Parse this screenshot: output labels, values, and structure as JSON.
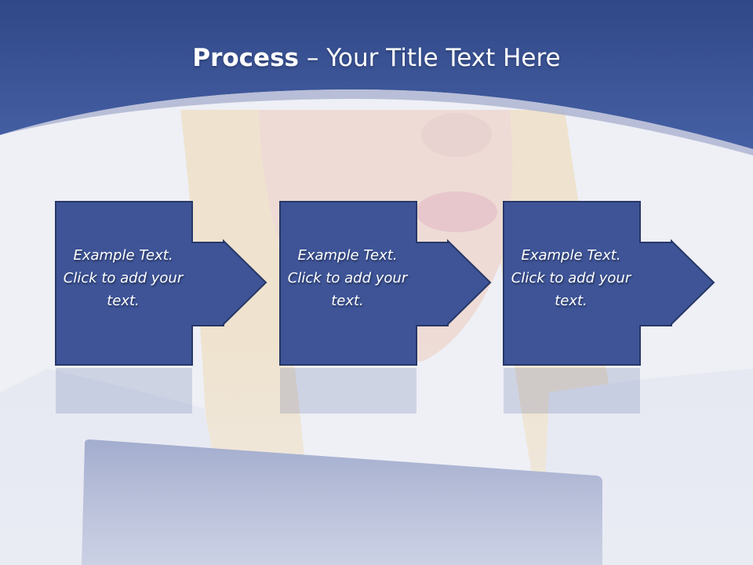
{
  "slide": {
    "title_bold": "Process",
    "title_rest": " – Your Title Text Here",
    "colors": {
      "header_blue": "#3e559b",
      "box_fill": "#3e5497",
      "box_border": "#273766",
      "background": "#eef0f6"
    }
  },
  "steps": [
    {
      "text": "Example Text. Click  to add your text."
    },
    {
      "text": "Example Text. Click  to add your text."
    },
    {
      "text": "Example Text. Click  to add your text."
    }
  ]
}
